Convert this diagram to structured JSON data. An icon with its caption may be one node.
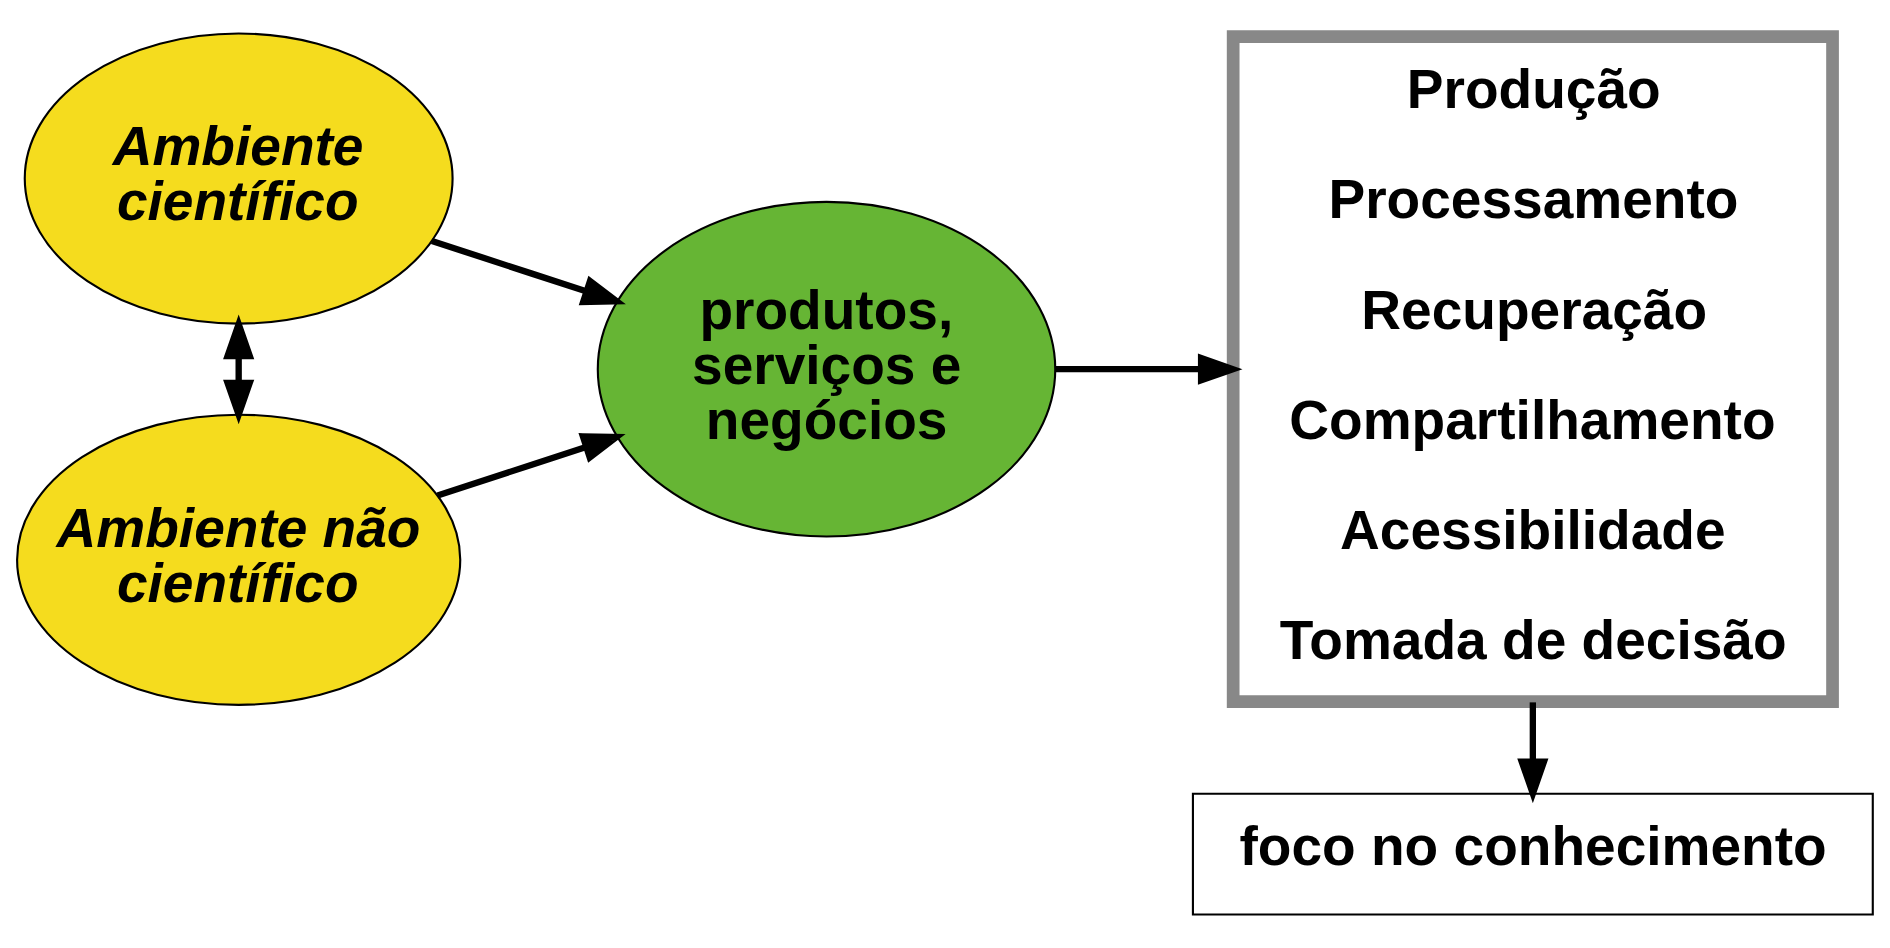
{
  "diagram": {
    "nodes": [
      {
        "text": [
          "Ambiente científico"
        ]
      },
      {
        "text": [
          "Ambiente não científico"
        ]
      },
      {
        "text": [
          "produtos, serviços e negócios"
        ]
      },
      {
        "text": [
          "Produção",
          "Processamento",
          "Recuperação",
          "Compartilhamento",
          "Acessibilidade",
          "Tomada de decisão"
        ]
      },
      {
        "text": [
          "foco no conhecimento"
        ]
      }
    ],
    "edges": [
      {
        "from": 0,
        "to": 1,
        "arrow": "both"
      },
      {
        "from": 0,
        "to": 2,
        "arrow": "to"
      },
      {
        "from": 1,
        "to": 2,
        "arrow": "to"
      },
      {
        "from": 2,
        "to": 3,
        "arrow": "to"
      },
      {
        "from": 3,
        "to": 4,
        "arrow": "to"
      }
    ]
  }
}
